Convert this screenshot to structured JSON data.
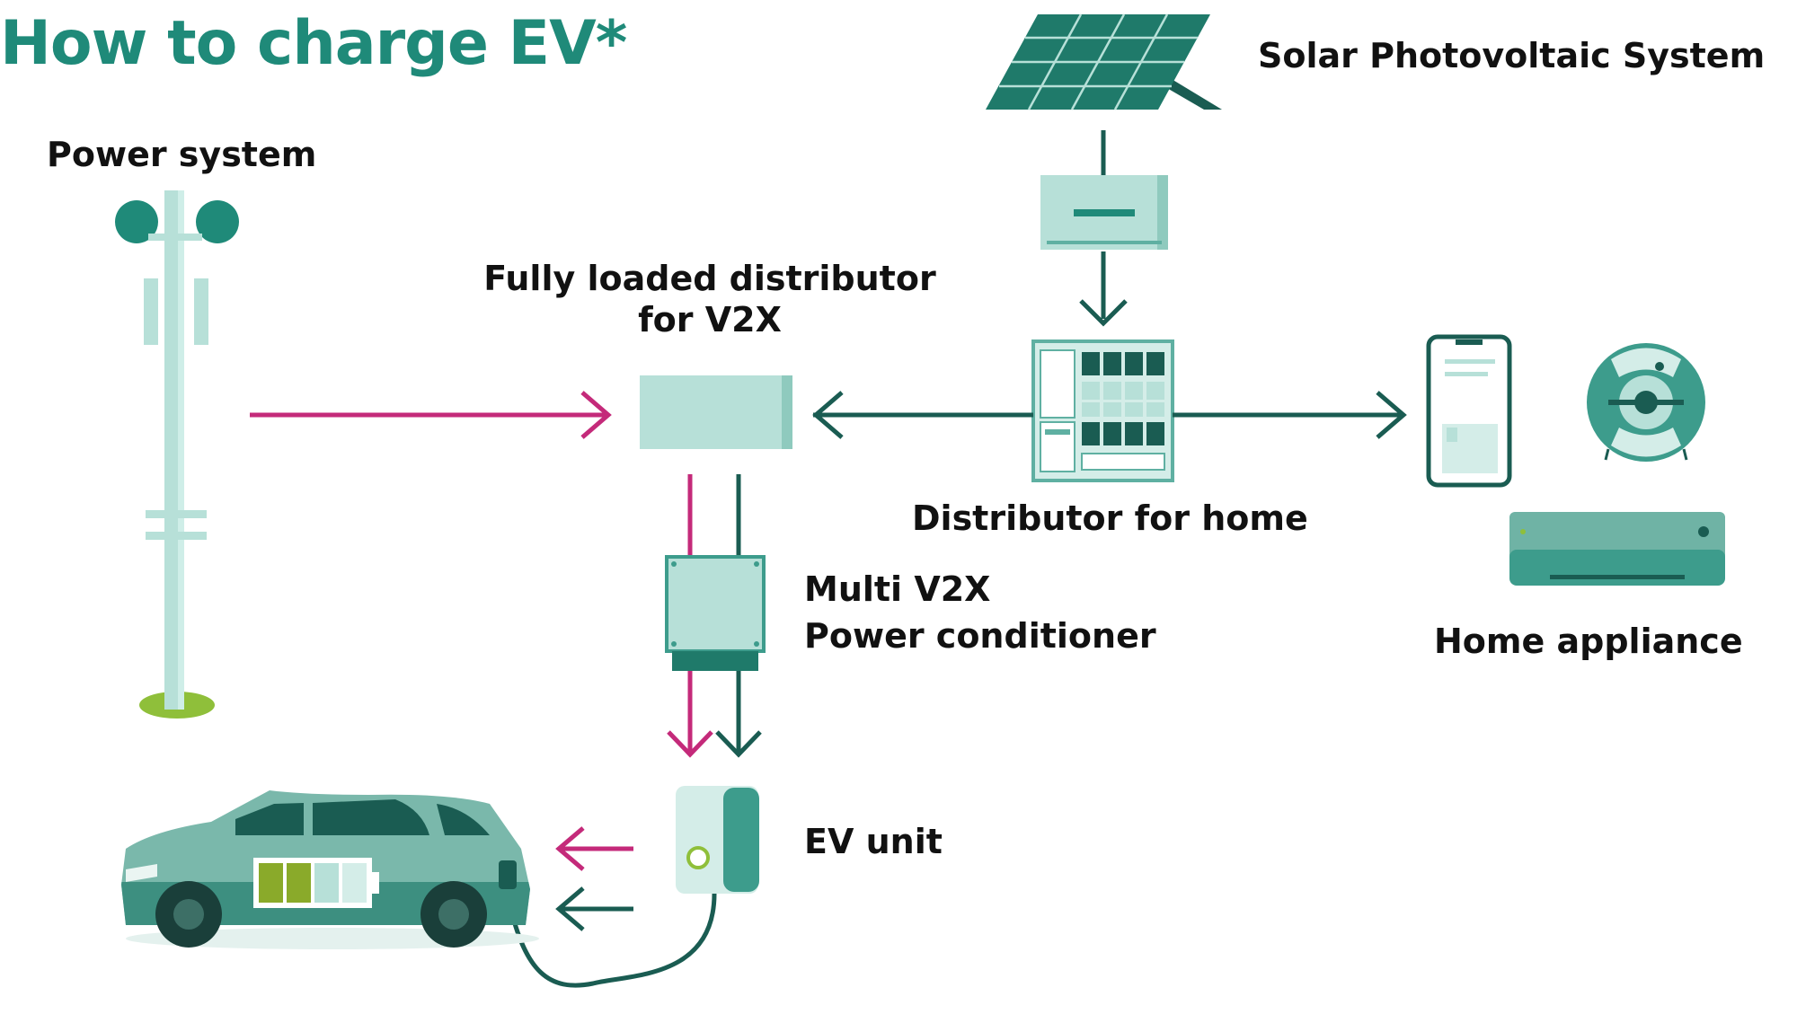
{
  "title": "How to charge EV*",
  "labels": {
    "power_system": "Power system",
    "solar": "Solar Photovoltaic System",
    "v2x_distributor_line1": "Fully loaded distributor",
    "v2x_distributor_line2": "for V2X",
    "home_distributor": "Distributor for home",
    "pcs_line1": "Multi V2X",
    "pcs_line2": "Power conditioner",
    "home_appliance": "Home appliance",
    "ev_unit": "EV unit"
  },
  "colors": {
    "title": "#1f8a79",
    "dark_green": "#1a5c52",
    "teal": "#3d9c8c",
    "light_teal": "#b7e0d8",
    "pale_teal": "#d4ede8",
    "magenta": "#c42a7a",
    "battery_green": "#8aaa2a",
    "grass_green": "#8fbf3a"
  },
  "icons": [
    "utility-pole-icon",
    "solar-panel-icon",
    "inverter-icon",
    "v2x-distributor-icon",
    "home-distributor-icon",
    "power-conditioner-icon",
    "ev-charger-icon",
    "electric-car-icon",
    "smartphone-icon",
    "robot-vacuum-icon",
    "air-conditioner-icon"
  ]
}
